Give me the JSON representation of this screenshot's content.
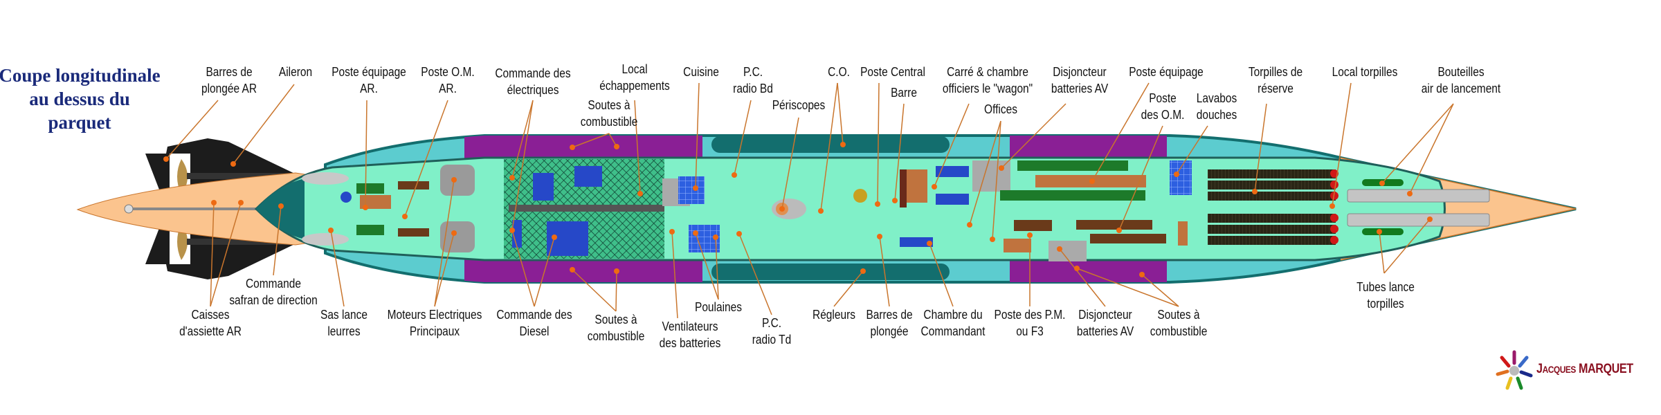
{
  "title": {
    "line1": "Coupe longitudinale",
    "line2": "au dessus du",
    "line3": "parquet"
  },
  "colors": {
    "mint": "#80f0c8",
    "light_teal": "#5ccccf",
    "dark_teal": "#136e6e",
    "purple": "#8a1f95",
    "peach": "#fbc48e",
    "black": "#1c1c1c",
    "leader": "#c9752c",
    "dot": "#ee6a12"
  },
  "top_labels": {
    "barres_ar": {
      "l1": "Barres de",
      "l2": "plongée AR"
    },
    "aileron": {
      "l1": "Aileron"
    },
    "poste_equipage_ar": {
      "l1": "Poste équipage",
      "l2": "AR."
    },
    "poste_om_ar": {
      "l1": "Poste O.M.",
      "l2": "AR."
    },
    "commande_electriques": {
      "l1": "Commande des",
      "l2": "électriques"
    },
    "local_echappements": {
      "l1": "Local",
      "l2": "échappements"
    },
    "soutes_top": {
      "l1": "Soutes à",
      "l2": "combustible"
    },
    "cuisine": {
      "l1": "Cuisine"
    },
    "pc_radio_bd": {
      "l1": "P.C.",
      "l2": "radio Bd"
    },
    "periscopes": {
      "l1": "Périscopes"
    },
    "co": {
      "l1": "C.O."
    },
    "poste_central": {
      "l1": "Poste Central"
    },
    "barre": {
      "l1": "Barre"
    },
    "carre": {
      "l1": "Carré & chambre",
      "l2": "officiers le \"wagon\""
    },
    "offices": {
      "l1": "Offices"
    },
    "disjoncteur_top": {
      "l1": "Disjoncteur",
      "l2": "batteries AV"
    },
    "poste_equipage": {
      "l1": "Poste équipage"
    },
    "poste_des_om": {
      "l1": "Poste",
      "l2": "des O.M."
    },
    "lavabos": {
      "l1": "Lavabos",
      "l2": "douches"
    },
    "torpilles_reserve": {
      "l1": "Torpilles de",
      "l2": "réserve"
    },
    "local_torpilles": {
      "l1": "Local torpilles"
    },
    "bouteilles": {
      "l1": "Bouteilles",
      "l2": "air de lancement"
    }
  },
  "bottom_labels": {
    "commande_safran": {
      "l1": "Commande",
      "l2": "safran de direction"
    },
    "caisses_assiette": {
      "l1": "Caisses",
      "l2": "d'assiette AR"
    },
    "sas_leurres": {
      "l1": "Sas lance",
      "l2": "leurres"
    },
    "moteurs": {
      "l1": "Moteurs Electriques",
      "l2": "Principaux"
    },
    "commande_diesel": {
      "l1": "Commande des",
      "l2": "Diesel"
    },
    "soutes_aft": {
      "l1": "Soutes à",
      "l2": "combustible"
    },
    "ventilateurs": {
      "l1": "Ventilateurs",
      "l2": "des batteries"
    },
    "poulaines": {
      "l1": "Poulaines"
    },
    "pc_radio_td": {
      "l1": "P.C.",
      "l2": "radio Td"
    },
    "regleurs": {
      "l1": "Régleurs"
    },
    "barres_plongee": {
      "l1": "Barres de",
      "l2": "plongée"
    },
    "chambre_commandant": {
      "l1": "Chambre du",
      "l2": "Commandant"
    },
    "poste_pm": {
      "l1": "Poste des P.M.",
      "l2": "ou F3"
    },
    "disjoncteur_bottom": {
      "l1": "Disjoncteur",
      "l2": "batteries AV"
    },
    "soutes_fwd": {
      "l1": "Soutes à",
      "l2": "combustible"
    },
    "tubes": {
      "l1": "Tubes lance",
      "l2": "torpilles"
    }
  },
  "logo": {
    "first_initial": "J",
    "first_rest": "ACQUES",
    "last": "MARQUET"
  }
}
